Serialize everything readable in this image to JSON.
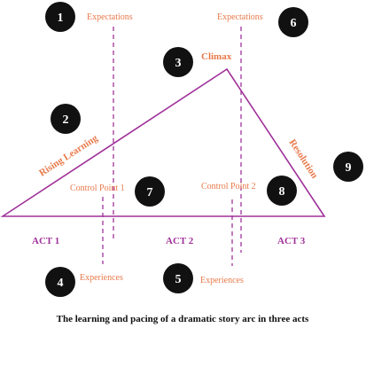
{
  "markers": [
    {
      "id": "1",
      "label": "Expectations"
    },
    {
      "id": "2",
      "label": ""
    },
    {
      "id": "3",
      "label": "Climax"
    },
    {
      "id": "4",
      "label": "Experiences"
    },
    {
      "id": "5",
      "label": "Experiences"
    },
    {
      "id": "6",
      "label": "Expectations"
    },
    {
      "id": "7",
      "label": "Control Point 1"
    },
    {
      "id": "8",
      "label": "Control Point 2"
    },
    {
      "id": "9",
      "label": ""
    }
  ],
  "sides": {
    "rising": "Rising Learning",
    "resolution": "Resolution"
  },
  "acts": [
    "ACT 1",
    "ACT 2",
    "ACT 3"
  ],
  "caption": "The learning and pacing of a dramatic story arc in three acts",
  "colors": {
    "arc": "#a0329a",
    "label": "#e8794a",
    "badge": "#111111"
  }
}
